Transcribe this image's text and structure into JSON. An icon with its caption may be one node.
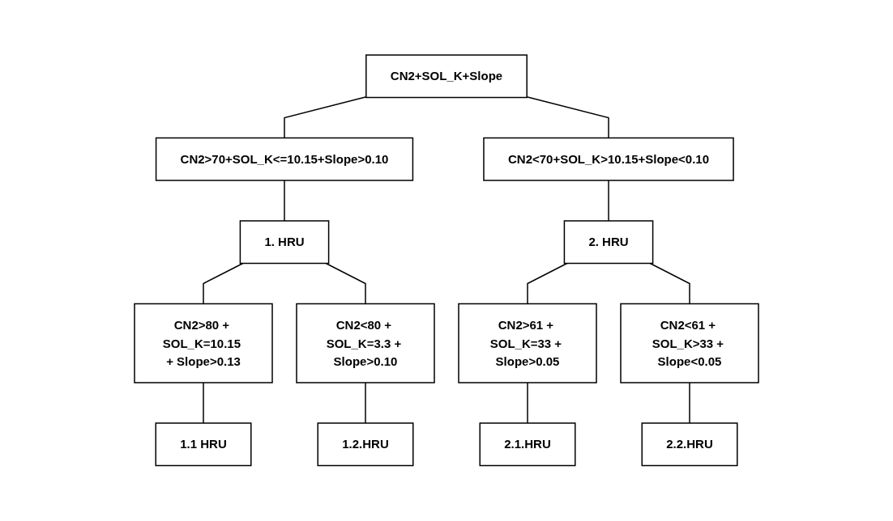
{
  "diagram": {
    "nodes": [
      {
        "text": [
          "CN2+SOL_K+Slope"
        ]
      },
      {
        "text": [
          "CN2>70+SOL_K<=10.15+Slope>0.10"
        ]
      },
      {
        "text": [
          "CN2<70+SOL_K>10.15+Slope<0.10"
        ]
      },
      {
        "text": [
          "1. HRU"
        ]
      },
      {
        "text": [
          "2. HRU"
        ]
      },
      {
        "text": [
          "CN2>80 + SOL_K=10.15 + Slope>0.13"
        ]
      },
      {
        "text": [
          "CN2<80 + SOL_K=3.3 + Slope>0.10"
        ]
      },
      {
        "text": [
          "CN2>61 + SOL_K=33 + Slope>0.05"
        ]
      },
      {
        "text": [
          "CN2<61 + SOL_K>33 + Slope<0.05"
        ]
      },
      {
        "text": [
          "1.1 HRU"
        ]
      },
      {
        "text": [
          "1.2.HRU"
        ]
      },
      {
        "text": [
          "2.1.HRU"
        ]
      },
      {
        "text": [
          "2.2.HRU"
        ]
      }
    ],
    "edges": [
      {
        "from": 0,
        "to": 1,
        "arrow": "none"
      },
      {
        "from": 0,
        "to": 2,
        "arrow": "none"
      },
      {
        "from": 1,
        "to": 3,
        "arrow": "none"
      },
      {
        "from": 2,
        "to": 4,
        "arrow": "none"
      },
      {
        "from": 3,
        "to": 5,
        "arrow": "none"
      },
      {
        "from": 3,
        "to": 6,
        "arrow": "none"
      },
      {
        "from": 4,
        "to": 7,
        "arrow": "none"
      },
      {
        "from": 4,
        "to": 8,
        "arrow": "none"
      },
      {
        "from": 5,
        "to": 9,
        "arrow": "none"
      },
      {
        "from": 6,
        "to": 10,
        "arrow": "none"
      },
      {
        "from": 7,
        "to": 11,
        "arrow": "none"
      },
      {
        "from": 8,
        "to": 12,
        "arrow": "none"
      }
    ]
  }
}
